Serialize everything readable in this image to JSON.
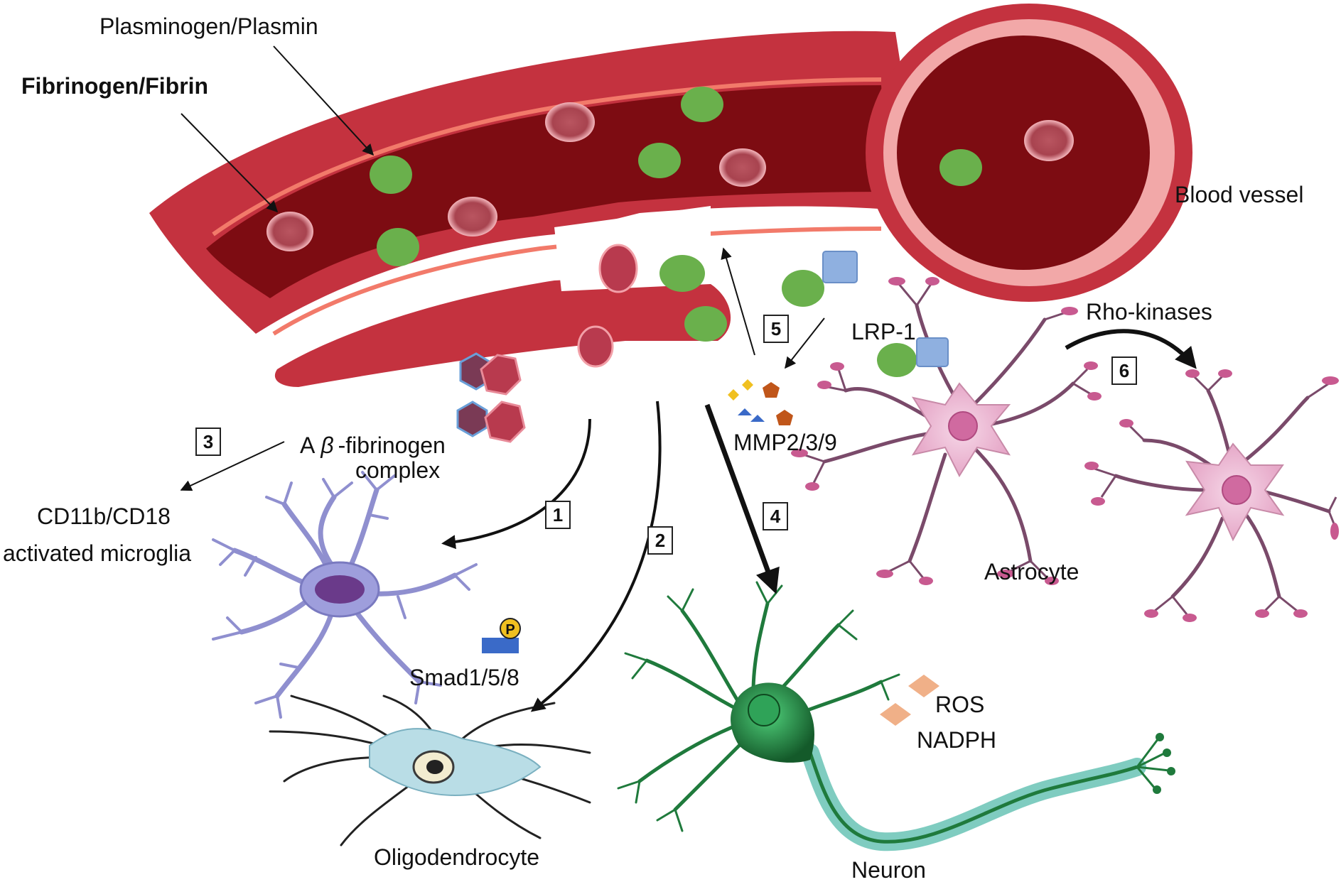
{
  "labels": {
    "plasminogen": "Plasminogen/Plasmin",
    "fibrinogen": "Fibrinogen/Fibrin",
    "blood_vessel": "Blood vessel",
    "rho_kinases": "Rho-kinases",
    "lrp1": "LRP-1",
    "mmp": "MMP2/3/9",
    "abeta_prefix": "A",
    "abeta_beta": "β",
    "abeta_suffix": "-fibrinogen",
    "abeta_line2": "complex",
    "cd11b_line1": "CD11b/CD18",
    "cd11b_line2": "activated microglia",
    "smad": "Smad1/5/8",
    "smad_p": "P",
    "ros": "ROS",
    "nadph": "NADPH",
    "astrocyte": "Astrocyte",
    "oligodendrocyte": "Oligodendrocyte",
    "neuron": "Neuron"
  },
  "pathways": [
    "1",
    "2",
    "3",
    "4",
    "5",
    "6"
  ],
  "colors": {
    "vessel_wall": "#c4323f",
    "vessel_lumen": "#7d0c12",
    "vessel_rim": "#f0a0a0",
    "fibrinogen_green": "#6ab04c",
    "rbc": "#d25a6a",
    "microglia": "#8f8fcf",
    "oligodendrocyte": "#b9dde6",
    "neuron": "#1f7a3c",
    "myelin": "#5fbfb0",
    "astrocyte": "#eab8d4",
    "lrp1": "#8fb0e0",
    "ros": "#f0b088"
  }
}
